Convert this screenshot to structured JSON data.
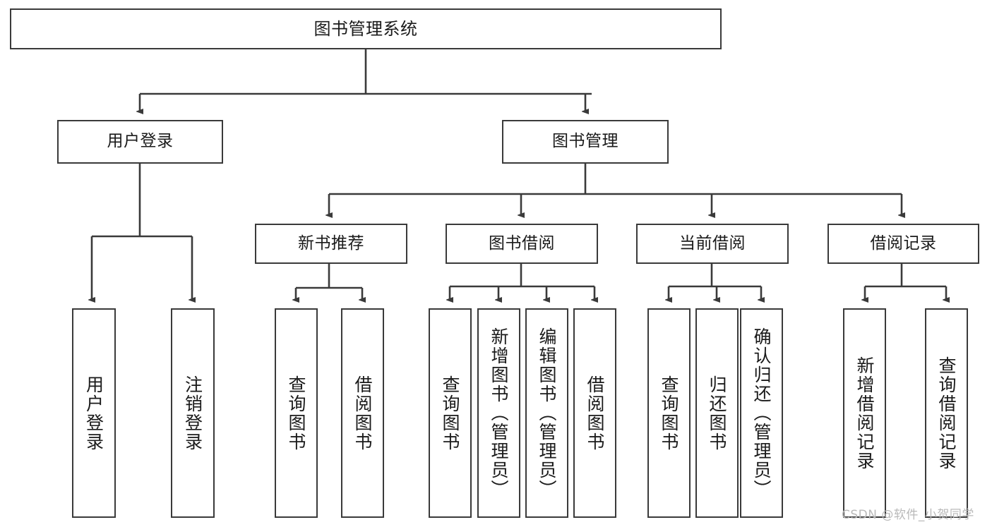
{
  "diagram": {
    "title": "图书管理系统",
    "type": "hierarchy-tree",
    "watermark": "CSDN @软件_小贺同学",
    "colors": {
      "box_border": "#3a3a3a",
      "box_fill": "#ffffff",
      "edge": "#3a3a3a",
      "text": "#1a1a1a",
      "watermark": "#b9b9b9"
    },
    "nodes": {
      "root": {
        "label": "图书管理系统"
      },
      "level2": [
        {
          "label": "用户登录"
        },
        {
          "label": "图书管理"
        }
      ],
      "level3": [
        {
          "label": "新书推荐"
        },
        {
          "label": "图书借阅"
        },
        {
          "label": "当前借阅"
        },
        {
          "label": "借阅记录"
        }
      ],
      "leaves": {
        "user_login": [
          {
            "label": "用户登录"
          },
          {
            "label": "注销登录"
          }
        ],
        "new_book_recommend": [
          {
            "label": "查询图书"
          },
          {
            "label": "借阅图书"
          }
        ],
        "book_borrow": [
          {
            "label": "查询图书"
          },
          {
            "label": "新增图书（管理员）"
          },
          {
            "label": "编辑图书（管理员）"
          },
          {
            "label": "借阅图书"
          }
        ],
        "current_borrow": [
          {
            "label": "查询图书"
          },
          {
            "label": "归还图书"
          },
          {
            "label": "确认归还（管理员）"
          }
        ],
        "borrow_record": [
          {
            "label": "新增借阅记录"
          },
          {
            "label": "查询借阅记录"
          }
        ]
      }
    }
  }
}
